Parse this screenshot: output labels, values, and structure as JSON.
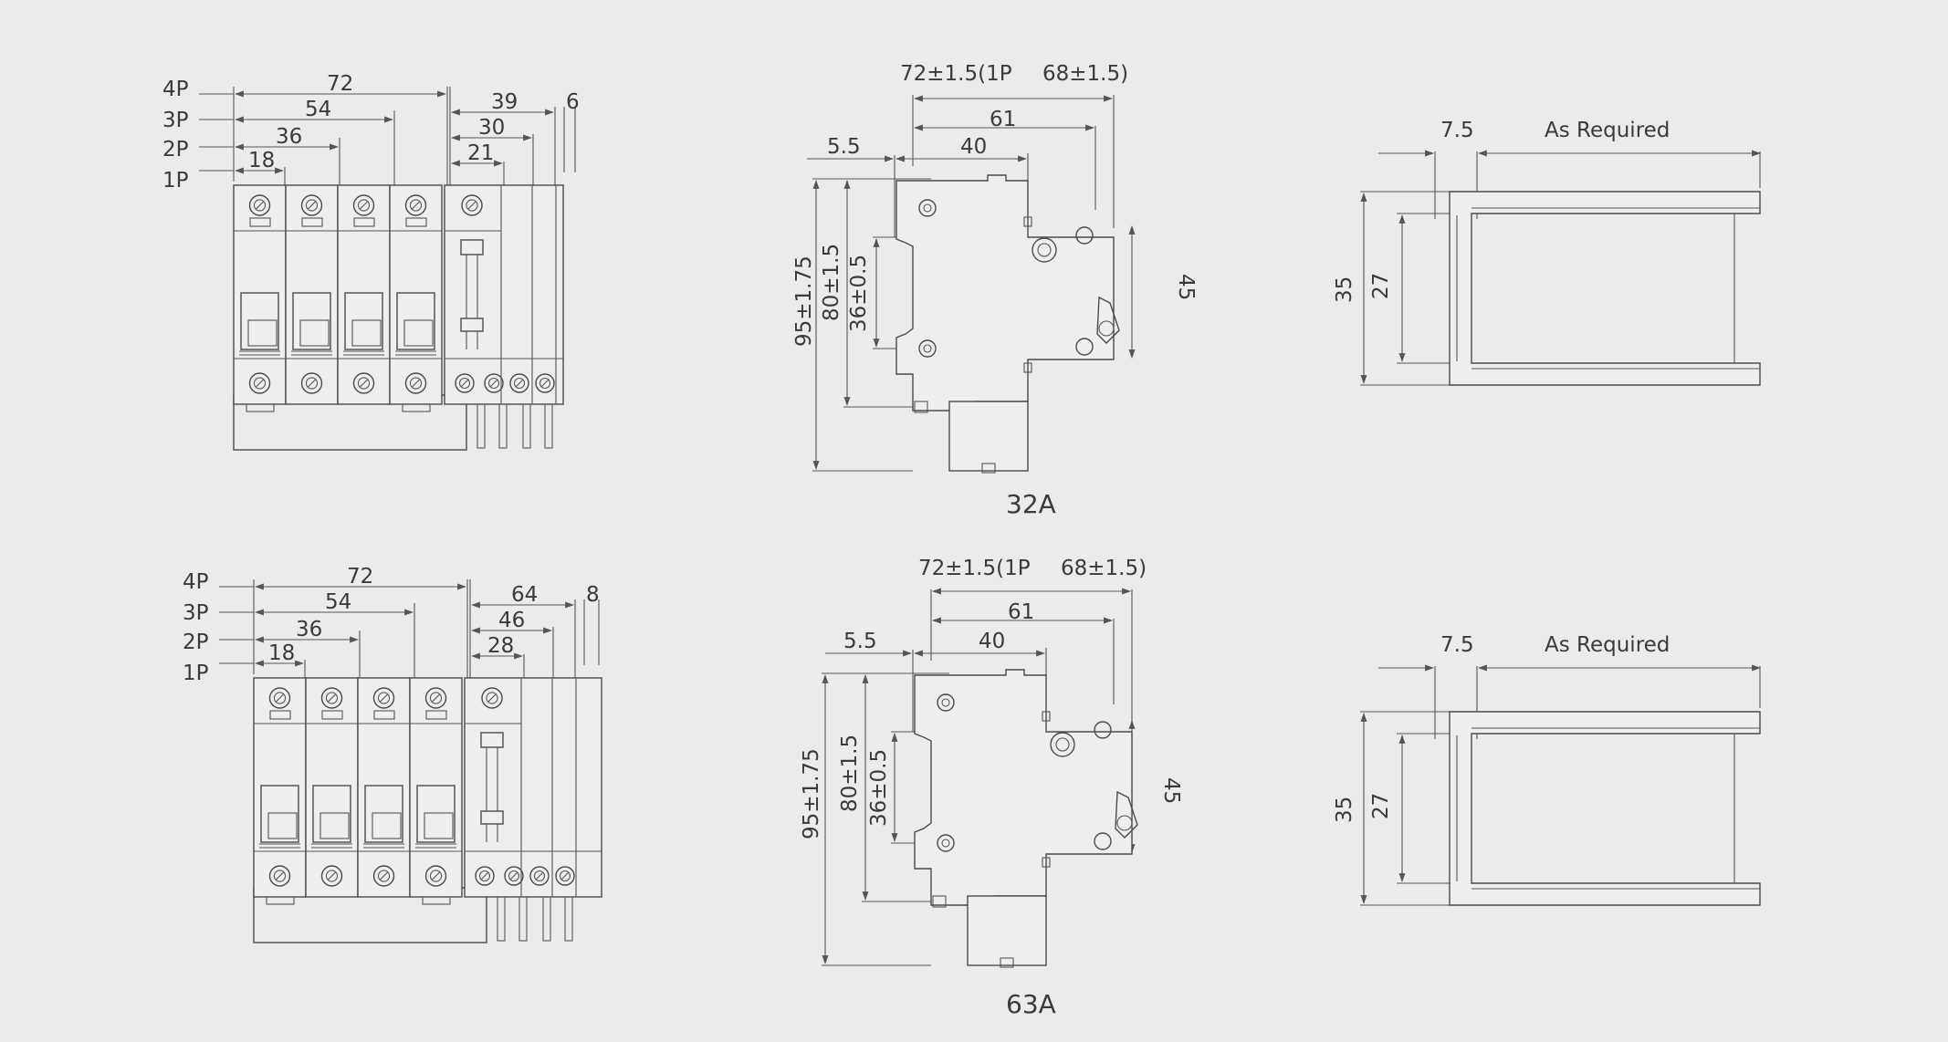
{
  "front_views": [
    {
      "poles": [
        "4P",
        "3P",
        "2P",
        "1P"
      ],
      "pole_widths": [
        "72",
        "54",
        "36",
        "18"
      ],
      "addon_widths": [
        "39",
        "30",
        "21"
      ],
      "addon_offset": "6"
    },
    {
      "poles": [
        "4P",
        "3P",
        "2P",
        "1P"
      ],
      "pole_widths": [
        "72",
        "54",
        "36",
        "18"
      ],
      "addon_widths": [
        "64",
        "46",
        "28"
      ],
      "addon_offset": "8"
    }
  ],
  "side_views": [
    {
      "caption": "32A",
      "dims": {
        "top_a": "72±1.5(1P",
        "top_b": "68±1.5)",
        "d61": "61",
        "d40": "40",
        "d55": "5.5",
        "h95": "95±1.75",
        "h80": "80±1.5",
        "h36": "36±0.5",
        "h45": "45"
      }
    },
    {
      "caption": "63A",
      "dims": {
        "top_a": "72±1.5(1P",
        "top_b": "68±1.5)",
        "d61": "61",
        "d40": "40",
        "d55": "5.5",
        "h95": "95±1.75",
        "h80": "80±1.5",
        "h36": "36±0.5",
        "h45": "45"
      }
    }
  ],
  "rail_views": [
    {
      "w75": "7.5",
      "required": "As Required",
      "h35": "35",
      "h27": "27"
    },
    {
      "w75": "7.5",
      "required": "As Required",
      "h35": "35",
      "h27": "27"
    }
  ]
}
